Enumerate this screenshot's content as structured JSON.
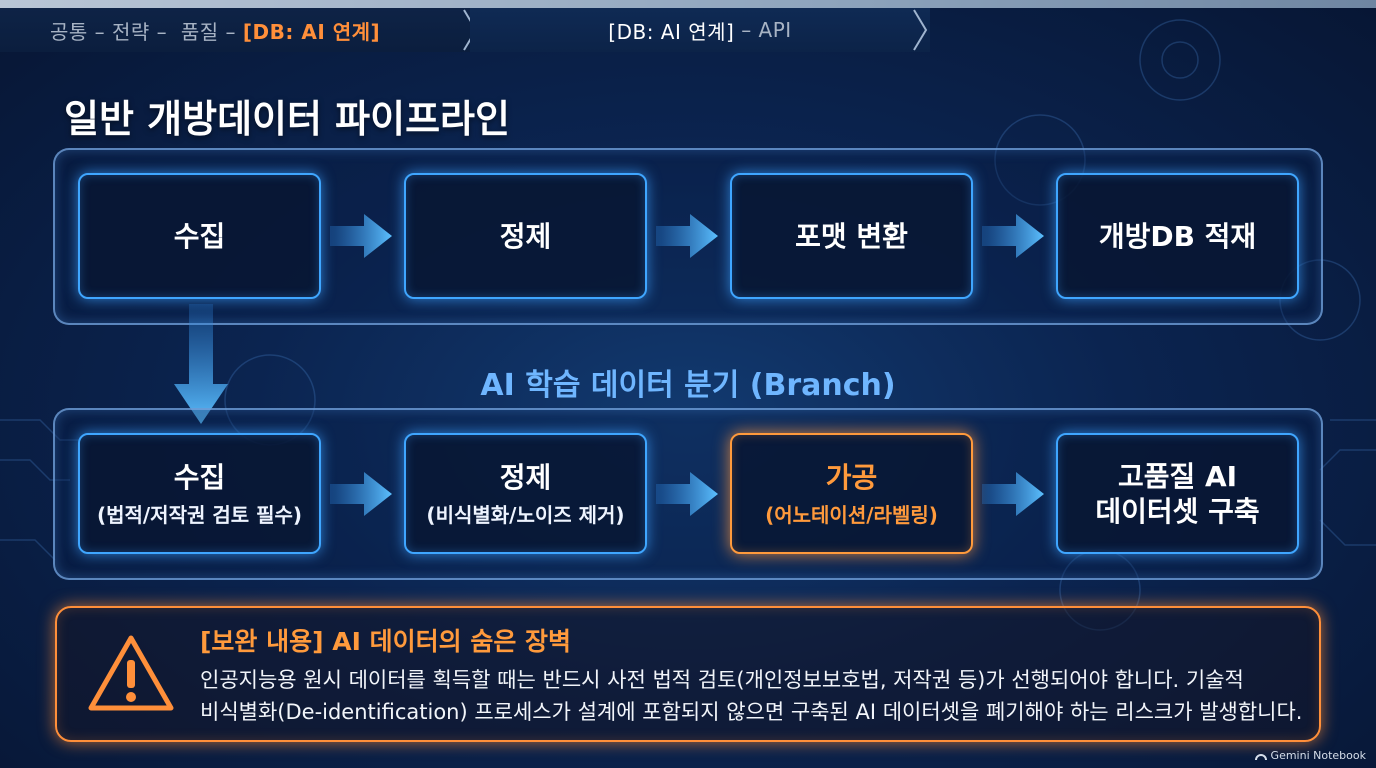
{
  "breadcrumb": {
    "seg1_a": "공통 – 전략 –  품질 – ",
    "seg1_hl": "[DB: AI 연계]",
    "seg2_hl": "[DB: AI 연계]",
    "seg2_rest": " – API"
  },
  "title": "일반 개방데이터 파이프라인",
  "pipeline_general": [
    {
      "label": "수집"
    },
    {
      "label": "정제"
    },
    {
      "label": "포맷 변환"
    },
    {
      "label": "개방DB 적재"
    }
  ],
  "branch_label": "AI 학습 데이터 분기 (Branch)",
  "pipeline_ai": [
    {
      "label": "수집",
      "sub": "(법적/저작권 검토 필수)"
    },
    {
      "label": "정제",
      "sub": "(비식별화/노이즈 제거)"
    },
    {
      "label": "가공",
      "sub": "(어노테이션/라벨링)"
    },
    {
      "label": "고품질 AI",
      "label2": "데이터셋 구축"
    }
  ],
  "warning": {
    "title": "[보완 내용] AI 데이터의 숨은 장벽",
    "line1": "인공지능용 원시 데이터를 획득할 때는 반드시 사전 법적 검토(개인정보보호법, 저작권 등)가 선행되어야 합니다. 기술적",
    "line2": "비식별화(De-identification) 프로세스가 설계에 포함되지 않으면 구축된 AI 데이터셋을 폐기해야 하는 리스크가 발생합니다."
  },
  "footer": "Gemini Notebook",
  "colors": {
    "accent_blue": "#3fa6ff",
    "accent_orange": "#ff9a3c",
    "branch_text": "#6fb6ff"
  }
}
